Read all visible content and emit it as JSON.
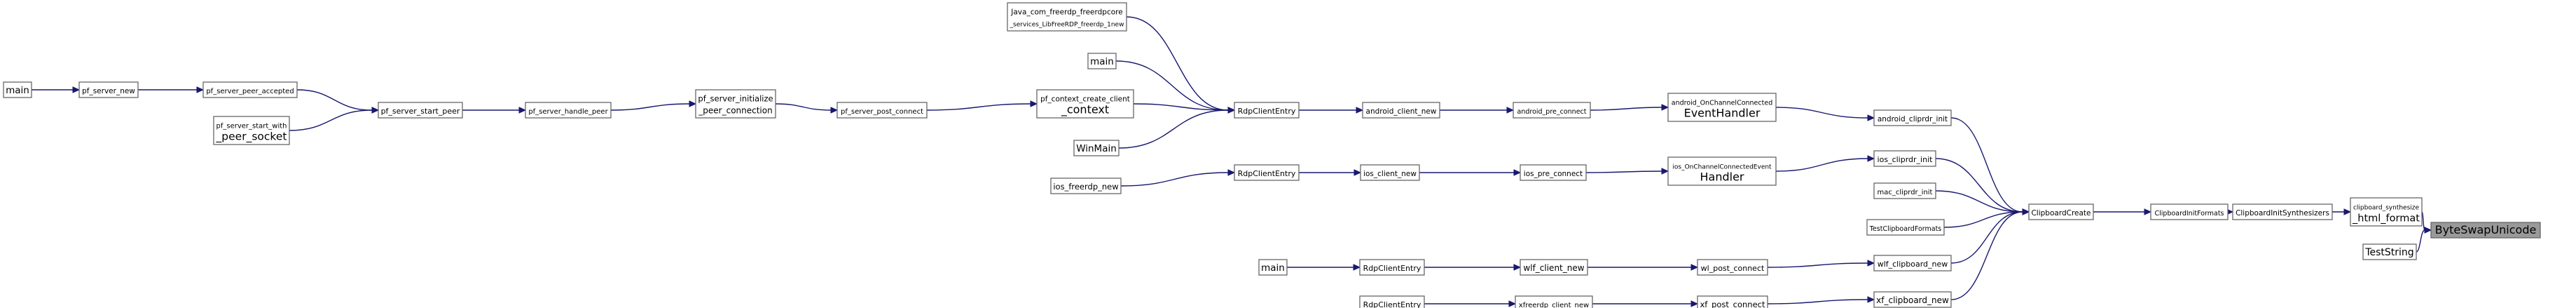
{
  "graph": {
    "direction": "right-to-left caller graph",
    "colors": {
      "edge": "#191970",
      "node_border": "#666666",
      "root_fill": "#999999",
      "node_fill": "#ffffff"
    },
    "nodes": [
      {
        "id": "ByteSwapUnicode",
        "lines": [
          "ByteSwapUnicode"
        ],
        "root": true
      },
      {
        "id": "clipboard_synthesize",
        "lines": [
          "clipboard_synthesize",
          "_html_format"
        ]
      },
      {
        "id": "TestString",
        "lines": [
          "TestString"
        ]
      },
      {
        "id": "ClipboardInitSynthesizers",
        "lines": [
          "ClipboardInitSynthesizers"
        ]
      },
      {
        "id": "ClipboardInitFormats",
        "lines": [
          "ClipboardInitFormats"
        ]
      },
      {
        "id": "ClipboardCreate",
        "lines": [
          "ClipboardCreate"
        ]
      },
      {
        "id": "android_cliprdr_init",
        "lines": [
          "android_cliprdr_init"
        ]
      },
      {
        "id": "ios_cliprdr_init",
        "lines": [
          "ios_cliprdr_init"
        ]
      },
      {
        "id": "mac_cliprdr_init",
        "lines": [
          "mac_cliprdr_init"
        ]
      },
      {
        "id": "TestClipboardFormats",
        "lines": [
          "TestClipboardFormats"
        ]
      },
      {
        "id": "wlf_clipboard_new",
        "lines": [
          "wlf_clipboard_new"
        ]
      },
      {
        "id": "xf_clipboard_new",
        "lines": [
          "xf_clipboard_new"
        ]
      },
      {
        "id": "android_OnChannelConnected",
        "lines": [
          "android_OnChannelConnected",
          "EventHandler"
        ]
      },
      {
        "id": "ios_OnChannelConnected",
        "lines": [
          "ios_OnChannelConnectedEvent",
          "Handler"
        ]
      },
      {
        "id": "wl_post_connect",
        "lines": [
          "wl_post_connect"
        ]
      },
      {
        "id": "xf_post_connect",
        "lines": [
          "xf_post_connect"
        ]
      },
      {
        "id": "android_pre_connect",
        "lines": [
          "android_pre_connect"
        ]
      },
      {
        "id": "ios_pre_connect",
        "lines": [
          "ios_pre_connect"
        ]
      },
      {
        "id": "wlf_client_new",
        "lines": [
          "wlf_client_new"
        ]
      },
      {
        "id": "xfreerdp_client_new",
        "lines": [
          "xfreerdp_client_new"
        ]
      },
      {
        "id": "android_client_new",
        "lines": [
          "android_client_new"
        ]
      },
      {
        "id": "ios_client_new",
        "lines": [
          "ios_client_new"
        ]
      },
      {
        "id": "RdpClientEntry_wl",
        "lines": [
          "RdpClientEntry"
        ]
      },
      {
        "id": "RdpClientEntry_xf",
        "lines": [
          "RdpClientEntry"
        ]
      },
      {
        "id": "RdpClientEntry_android",
        "lines": [
          "RdpClientEntry"
        ]
      },
      {
        "id": "RdpClientEntry_ios",
        "lines": [
          "RdpClientEntry"
        ]
      },
      {
        "id": "main_wl",
        "lines": [
          "main"
        ]
      },
      {
        "id": "java_com",
        "lines": [
          "Java_com_freerdp_freerdpcore",
          "_services_LibFreeRDP_freerdp_1new"
        ]
      },
      {
        "id": "main_android",
        "lines": [
          "main"
        ]
      },
      {
        "id": "pf_context_create",
        "lines": [
          "pf_context_create_client",
          "_context"
        ]
      },
      {
        "id": "WinMain",
        "lines": [
          "WinMain"
        ]
      },
      {
        "id": "ios_freerdp_new",
        "lines": [
          "ios_freerdp_new"
        ]
      },
      {
        "id": "pf_server_post_connect",
        "lines": [
          "pf_server_post_connect"
        ]
      },
      {
        "id": "pf_server_initialize",
        "lines": [
          "pf_server_initialize",
          "_peer_connection"
        ]
      },
      {
        "id": "pf_server_handle_peer",
        "lines": [
          "pf_server_handle_peer"
        ]
      },
      {
        "id": "pf_server_start_peer",
        "lines": [
          "pf_server_start_peer"
        ]
      },
      {
        "id": "pf_server_peer_accepted",
        "lines": [
          "pf_server_peer_accepted"
        ]
      },
      {
        "id": "pf_server_start_with",
        "lines": [
          "pf_server_start_with",
          "_peer_socket"
        ]
      },
      {
        "id": "pf_server_new",
        "lines": [
          "pf_server_new"
        ]
      },
      {
        "id": "main_pf",
        "lines": [
          "main"
        ]
      }
    ],
    "edges": [
      {
        "from": "clipboard_synthesize",
        "to": "ByteSwapUnicode"
      },
      {
        "from": "TestString",
        "to": "ByteSwapUnicode"
      },
      {
        "from": "ClipboardInitSynthesizers",
        "to": "clipboard_synthesize"
      },
      {
        "from": "ClipboardInitFormats",
        "to": "ClipboardInitSynthesizers"
      },
      {
        "from": "ClipboardCreate",
        "to": "ClipboardInitFormats"
      },
      {
        "from": "android_cliprdr_init",
        "to": "ClipboardCreate"
      },
      {
        "from": "ios_cliprdr_init",
        "to": "ClipboardCreate"
      },
      {
        "from": "mac_cliprdr_init",
        "to": "ClipboardCreate"
      },
      {
        "from": "TestClipboardFormats",
        "to": "ClipboardCreate"
      },
      {
        "from": "wlf_clipboard_new",
        "to": "ClipboardCreate"
      },
      {
        "from": "xf_clipboard_new",
        "to": "ClipboardCreate"
      },
      {
        "from": "android_OnChannelConnected",
        "to": "android_cliprdr_init"
      },
      {
        "from": "ios_OnChannelConnected",
        "to": "ios_cliprdr_init"
      },
      {
        "from": "wl_post_connect",
        "to": "wlf_clipboard_new"
      },
      {
        "from": "xf_post_connect",
        "to": "xf_clipboard_new"
      },
      {
        "from": "android_pre_connect",
        "to": "android_OnChannelConnected"
      },
      {
        "from": "ios_pre_connect",
        "to": "ios_OnChannelConnected"
      },
      {
        "from": "wlf_client_new",
        "to": "wl_post_connect"
      },
      {
        "from": "xfreerdp_client_new",
        "to": "xf_post_connect"
      },
      {
        "from": "android_client_new",
        "to": "android_pre_connect"
      },
      {
        "from": "ios_client_new",
        "to": "ios_pre_connect"
      },
      {
        "from": "RdpClientEntry_wl",
        "to": "wlf_client_new"
      },
      {
        "from": "RdpClientEntry_xf",
        "to": "xfreerdp_client_new"
      },
      {
        "from": "RdpClientEntry_android",
        "to": "android_client_new"
      },
      {
        "from": "RdpClientEntry_ios",
        "to": "ios_client_new"
      },
      {
        "from": "main_wl",
        "to": "RdpClientEntry_wl"
      },
      {
        "from": "java_com",
        "to": "RdpClientEntry_android"
      },
      {
        "from": "main_android",
        "to": "RdpClientEntry_android"
      },
      {
        "from": "pf_context_create",
        "to": "RdpClientEntry_android"
      },
      {
        "from": "WinMain",
        "to": "RdpClientEntry_android"
      },
      {
        "from": "ios_freerdp_new",
        "to": "RdpClientEntry_ios"
      },
      {
        "from": "pf_server_post_connect",
        "to": "pf_context_create"
      },
      {
        "from": "pf_server_initialize",
        "to": "pf_server_post_connect"
      },
      {
        "from": "pf_server_handle_peer",
        "to": "pf_server_initialize"
      },
      {
        "from": "pf_server_start_peer",
        "to": "pf_server_handle_peer"
      },
      {
        "from": "pf_server_peer_accepted",
        "to": "pf_server_start_peer"
      },
      {
        "from": "pf_server_start_with",
        "to": "pf_server_start_peer"
      },
      {
        "from": "pf_server_new",
        "to": "pf_server_peer_accepted"
      },
      {
        "from": "main_pf",
        "to": "pf_server_new"
      }
    ]
  }
}
